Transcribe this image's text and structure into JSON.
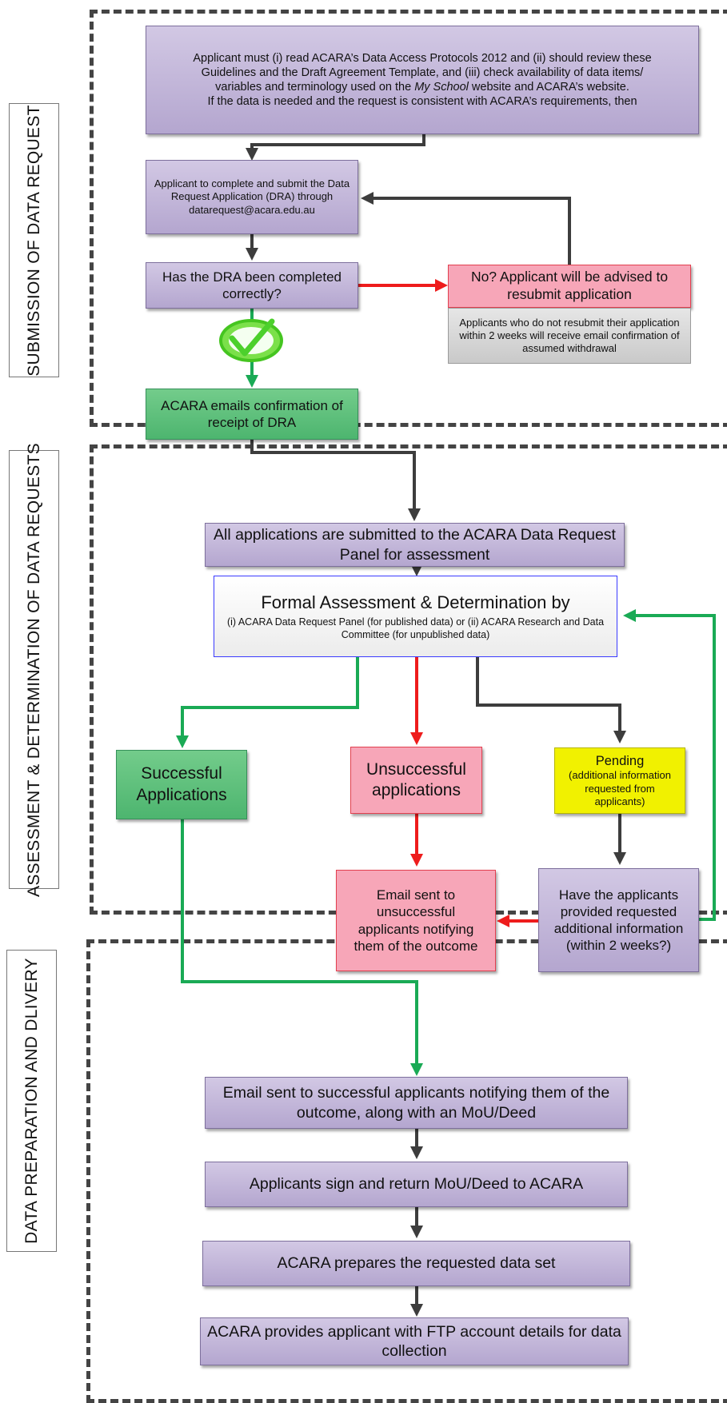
{
  "sections": {
    "submission": "SUBMISSION OF DATA REQUEST",
    "assessment": "ASSESSMENT & DETERMINATION OF DATA REQUESTS",
    "delivery": "DATA PREPARATION AND DLIVERY"
  },
  "nodes": {
    "intro": {
      "line1": "Applicant must (i) read ACARA’s Data Access Protocols 2012 and (ii) should review these",
      "line2": "Guidelines and the Draft Agreement Template, and (iii) check availability of data items/",
      "line3_pre": "variables and terminology used on the ",
      "line3_em": "My School",
      "line3_post": " website and ACARA’s website.",
      "line4": "If the data is needed and the request is consistent with ACARA’s requirements, then"
    },
    "complete_dra": "Applicant to complete and submit the Data Request Application (DRA) through datarequest@acara.edu.au",
    "dra_check": "Has the DRA been completed correctly?",
    "resubmit": "No? Applicant will be advised to resubmit application",
    "withdrawal_note": "Applicants who do not resubmit their application within 2 weeks will receive email confirmation of assumed withdrawal",
    "confirmation": "ACARA emails confirmation of receipt of DRA",
    "submitted_panel": "All applications are submitted to the ACARA Data Request Panel for assessment",
    "formal_title": "Formal Assessment & Determination by",
    "formal_sub": "(i) ACARA Data Request Panel (for published data) or (ii) ACARA Research and Data Committee (for unpublished data)",
    "successful": "Successful Applications",
    "unsuccessful": "Unsuccessful applications",
    "pending_title": "Pending",
    "pending_sub": "(additional information requested from applicants)",
    "email_unsuccessful": "Email sent to unsuccessful applicants notifying them of the outcome",
    "provided_info": "Have the applicants provided requested additional information (within 2 weeks?)",
    "email_successful": "Email sent to successful applicants notifying them of the outcome, along with an MoU/Deed",
    "sign_return": "Applicants sign and return MoU/Deed to ACARA",
    "prepare_data": "ACARA prepares the requested data set",
    "ftp_account": "ACARA provides applicant with FTP account details for data collection"
  },
  "colors": {
    "arrow_dark": "#3d3d3d",
    "arrow_red": "#ee1c1c",
    "arrow_green": "#1aaa55",
    "tick": "#4cd02c"
  }
}
